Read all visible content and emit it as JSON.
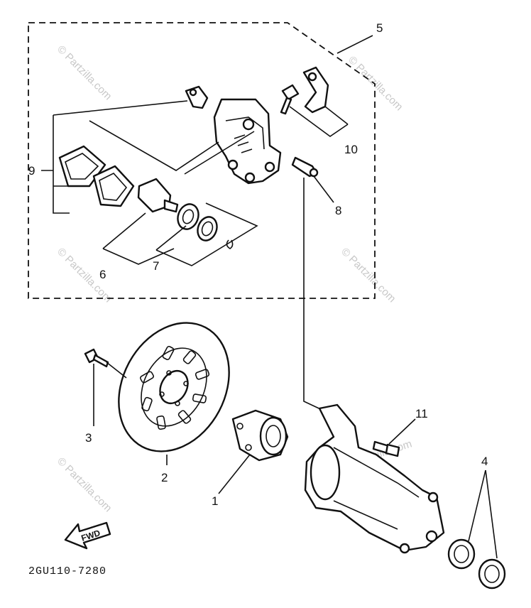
{
  "labels": {
    "l1": "1",
    "l2": "2",
    "l3": "3",
    "l4": "4",
    "l5": "5",
    "l6": "6",
    "l7": "7",
    "l8": "8",
    "l9": "9",
    "l10": "10",
    "l11": "11"
  },
  "diagram_code": "2GU110-7280",
  "direction_arrow": "FWD",
  "watermark": "© Partzilla.com",
  "icons": {
    "direction": "fwd-arrow-icon"
  }
}
